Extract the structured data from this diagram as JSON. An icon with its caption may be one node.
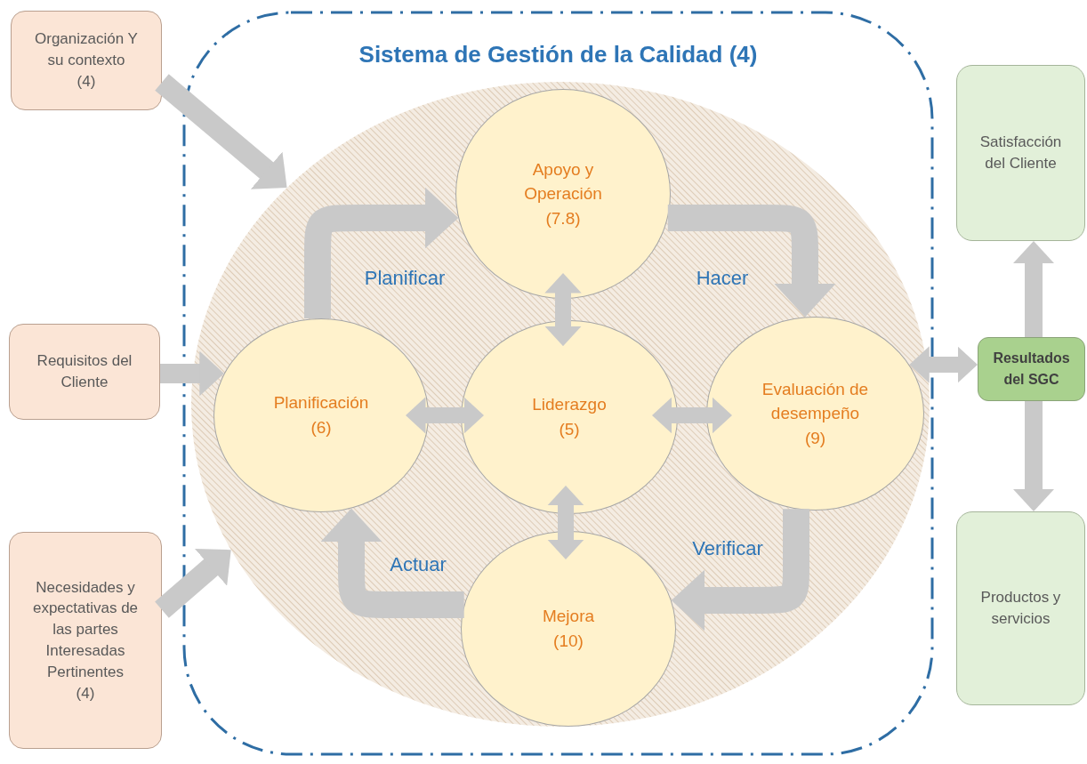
{
  "diagram": {
    "nodes": [
      {
        "text": [
          "Sistema de Gestión de la Calidad (4)"
        ]
      },
      {
        "text": [],
        "shape": "ellipse",
        "in": 0
      },
      {
        "text": [
          "Apoyo y Operación",
          "(7.8)"
        ],
        "in": 1
      },
      {
        "text": [
          "Planificación",
          "(6)"
        ],
        "in": 1
      },
      {
        "text": [
          "Liderazgo",
          "(5)"
        ],
        "in": 1
      },
      {
        "text": [
          "Evaluación de desempeño",
          "(9)"
        ],
        "in": 1
      },
      {
        "text": [
          "Mejora",
          "(10)"
        ],
        "in": 1
      },
      {
        "text": [
          "Organización Y su contexto",
          "(4)"
        ]
      },
      {
        "text": [
          "Requisitos del Cliente"
        ]
      },
      {
        "text": [
          "Necesidades y expectativas de las partes Interesadas Pertinentes",
          "(4)"
        ]
      },
      {
        "text": [
          "Satisfacción del Cliente"
        ]
      },
      {
        "text": [
          "Resultados del SGC"
        ]
      },
      {
        "text": [
          "Productos y servicios"
        ]
      }
    ],
    "edges": [
      {
        "from": 7,
        "to": 1,
        "arrow": "to"
      },
      {
        "from": 8,
        "to": 3,
        "arrow": "to"
      },
      {
        "from": 9,
        "to": 1,
        "arrow": "to"
      },
      {
        "from": 3,
        "to": 2,
        "arrow": "to",
        "label": "Planificar"
      },
      {
        "from": 2,
        "to": 5,
        "arrow": "to",
        "label": "Hacer"
      },
      {
        "from": 5,
        "to": 6,
        "arrow": "to",
        "label": "Verificar"
      },
      {
        "from": 6,
        "to": 3,
        "arrow": "to",
        "label": "Actuar"
      },
      {
        "from": 3,
        "to": 4,
        "arrow": "both"
      },
      {
        "from": 2,
        "to": 4,
        "arrow": "both"
      },
      {
        "from": 4,
        "to": 5,
        "arrow": "both"
      },
      {
        "from": 4,
        "to": 6,
        "arrow": "both"
      },
      {
        "from": 5,
        "to": 11,
        "arrow": "both"
      },
      {
        "from": 11,
        "to": 10,
        "arrow": "to"
      },
      {
        "from": 11,
        "to": 12,
        "arrow": "to"
      }
    ]
  }
}
